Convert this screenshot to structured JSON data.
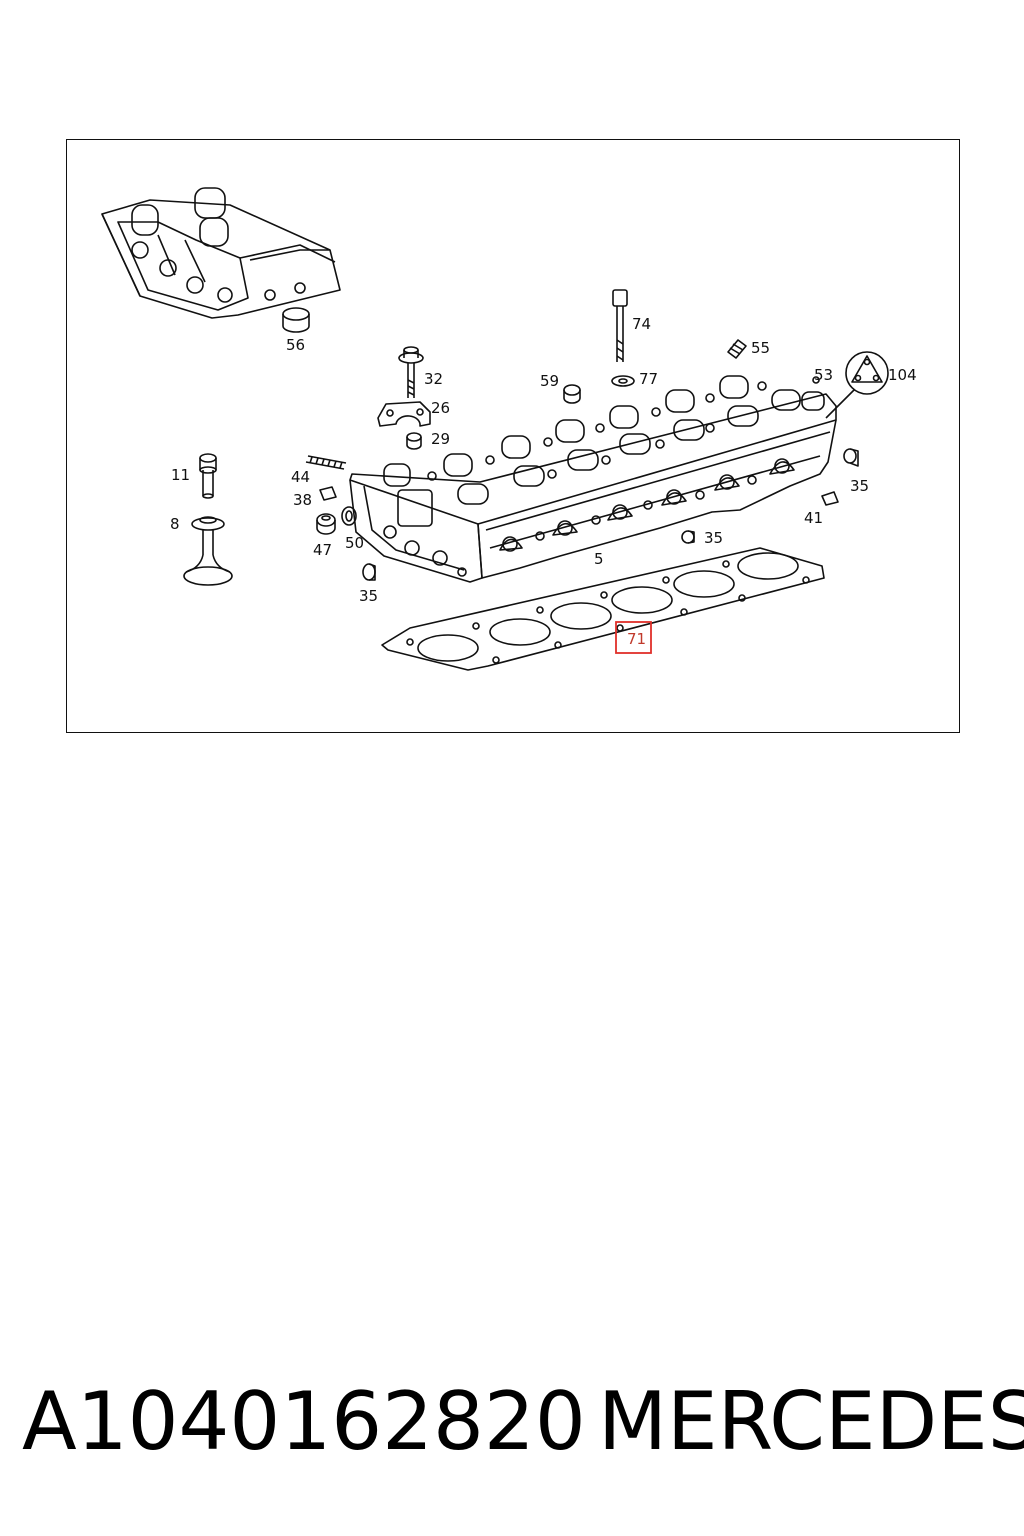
{
  "diagram": {
    "callouts": {
      "c56": "56",
      "c74": "74",
      "c55": "55",
      "c32": "32",
      "c59": "59",
      "c77": "77",
      "c53": "53",
      "c104": "104",
      "c26": "26",
      "c29": "29",
      "c11": "11",
      "c44": "44",
      "c38": "38",
      "c8": "8",
      "c47": "47",
      "c50": "50",
      "c35a": "35",
      "c35b": "35",
      "c35c": "35",
      "c41": "41",
      "c5": "5",
      "c71": "71"
    },
    "highlight_color": "#e0302a"
  },
  "footer": {
    "part_number": "A1040162820",
    "brand": "MERCEDES"
  }
}
